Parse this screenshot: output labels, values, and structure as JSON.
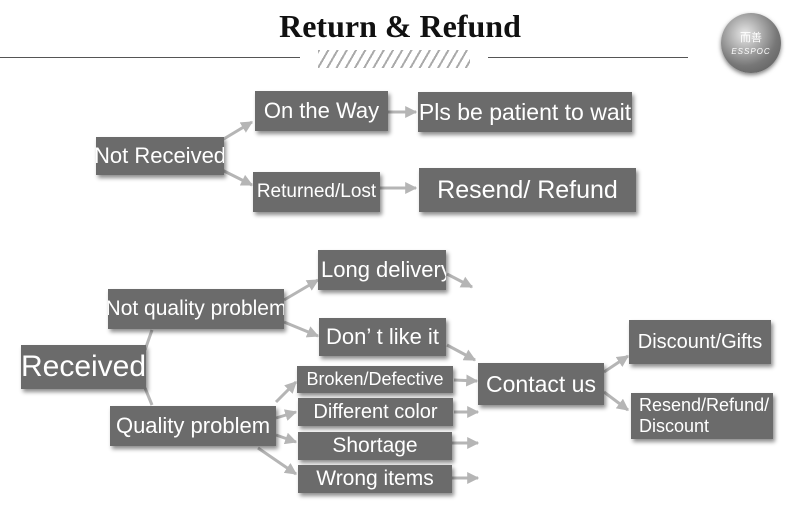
{
  "title": "Return & Refund",
  "logo": {
    "line1": "而善",
    "line2": "ESSPOC"
  },
  "nodes": {
    "not_received": "Not Received",
    "on_the_way": "On the Way",
    "be_patient": "Pls be patient to wait",
    "returned_lost": "Returned/Lost",
    "resend_refund": "Resend/ Refund",
    "received": "Received",
    "not_quality": "Not quality problem",
    "long_delivery": "Long delivery",
    "dont_like": "Don’ t like it",
    "quality": "Quality problem",
    "broken": "Broken/Defective",
    "different_color": "Different color",
    "shortage": "Shortage",
    "wrong_items": "Wrong items",
    "contact_us": "Contact us",
    "discount_gifts": "Discount/Gifts",
    "resend_refund_discount_1": "Resend/Refund/",
    "resend_refund_discount_2": "Discount"
  },
  "colors": {
    "box": "#6b6b6b",
    "arrow": "#b5b5b5",
    "text": "#ffffff"
  }
}
